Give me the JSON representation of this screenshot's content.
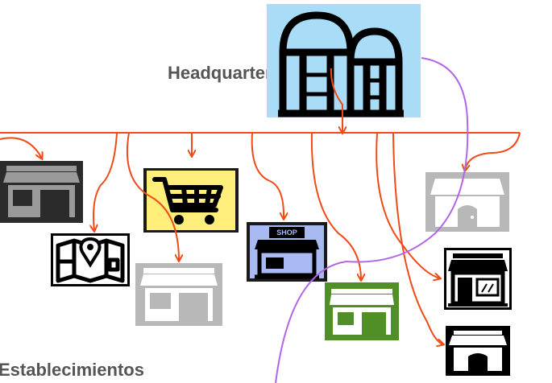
{
  "labels": {
    "headquarter": "Headquarter",
    "establishments": "Establecimientos"
  },
  "colors": {
    "hq_background": "#a9dcf7",
    "arrow": "#f04a17",
    "purple_curve": "#b365e8",
    "yellow_tile": "#ffef7a",
    "blue_tile": "#a9b9f2",
    "green_tile": "#4f8f26",
    "gray_store": "#676767",
    "light_gray_store": "#b8b8b8"
  },
  "nodes": [
    {
      "id": "headquarter",
      "icon": "silo-icon"
    },
    {
      "id": "store-1",
      "icon": "storefront-icon"
    },
    {
      "id": "store-2",
      "icon": "map-location-icon"
    },
    {
      "id": "store-3",
      "icon": "storefront-icon"
    },
    {
      "id": "store-4",
      "icon": "shopping-cart-icon"
    },
    {
      "id": "store-5",
      "icon": "shop-building-icon"
    },
    {
      "id": "store-6",
      "icon": "storefront-icon"
    },
    {
      "id": "store-7",
      "icon": "storefront-icon"
    },
    {
      "id": "store-8",
      "icon": "storefront-icon"
    },
    {
      "id": "store-9",
      "icon": "storefront-icon"
    }
  ],
  "shop_sign": "SHOP"
}
